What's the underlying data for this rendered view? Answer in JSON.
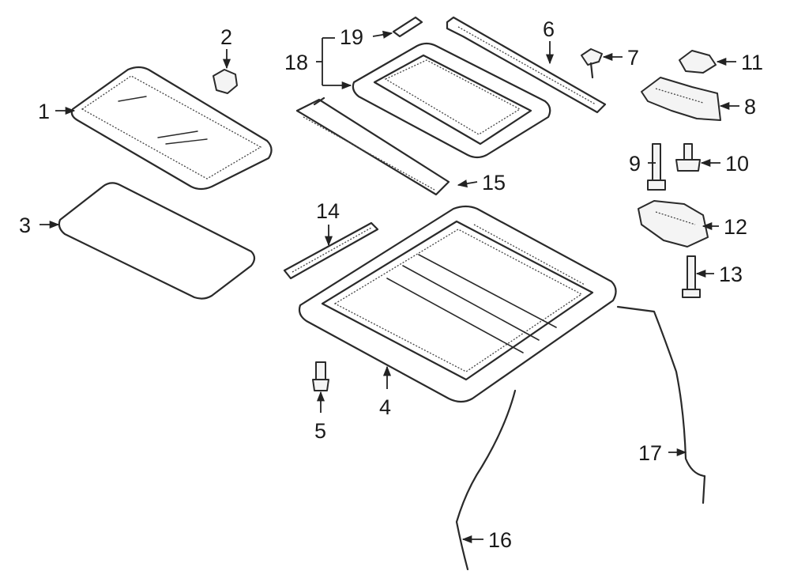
{
  "callouts": {
    "c1": "1",
    "c2": "2",
    "c3": "3",
    "c4": "4",
    "c5": "5",
    "c6": "6",
    "c7": "7",
    "c8": "8",
    "c9": "9",
    "c10": "10",
    "c11": "11",
    "c12": "12",
    "c13": "13",
    "c14": "14",
    "c15": "15",
    "c16": "16",
    "c17": "17",
    "c18": "18",
    "c19": "19"
  },
  "colors": {
    "line": "#2a2a2a",
    "background": "#ffffff"
  }
}
